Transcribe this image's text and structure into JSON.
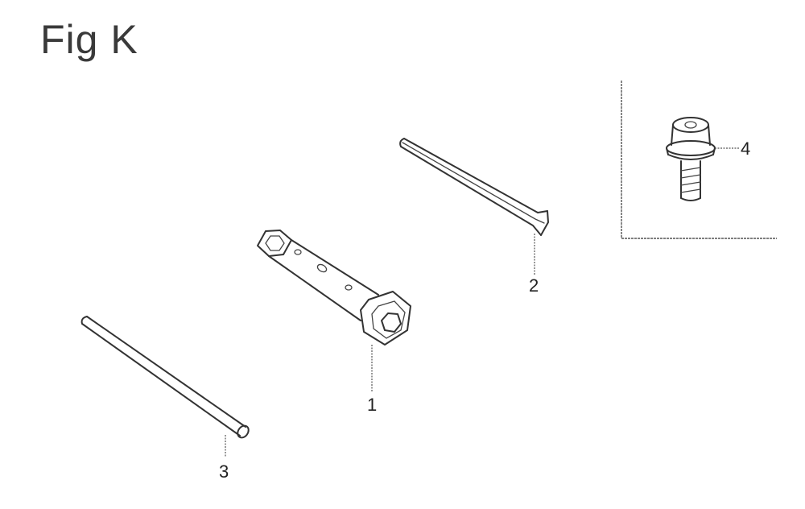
{
  "title": "Fig K",
  "parts": [
    {
      "number": "1",
      "icon": "spark-plug-wrench-icon"
    },
    {
      "number": "2",
      "icon": "hex-key-icon"
    },
    {
      "number": "3",
      "icon": "tommy-bar-icon"
    },
    {
      "number": "4",
      "icon": "socket-bolt-icon"
    }
  ]
}
